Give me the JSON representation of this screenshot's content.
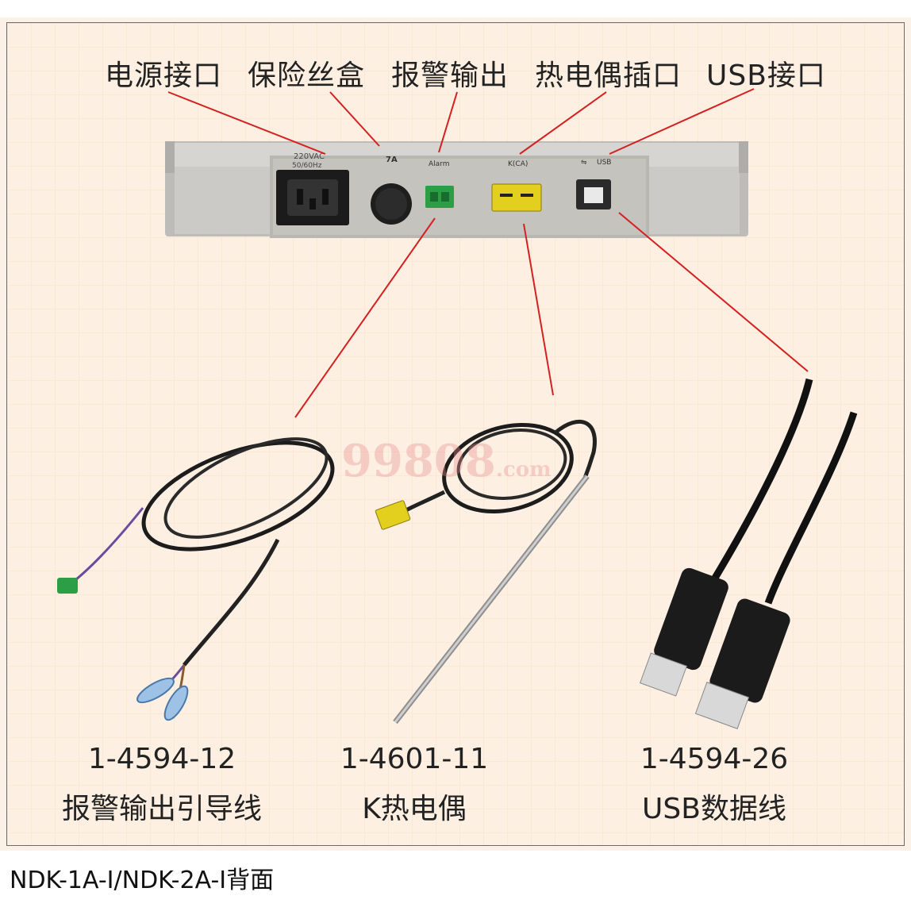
{
  "callouts": [
    "电源接口",
    "保险丝盒",
    "报警输出",
    "热电偶插口",
    "USB接口"
  ],
  "device_text": {
    "power_rating_line1": "220VAC",
    "power_rating_line2": "50/60Hz",
    "fuse_rating": "7A",
    "alarm": "Alarm",
    "thermocouple": "K(CA)",
    "usb": "USB"
  },
  "accessories": [
    {
      "code": "1-4594-12",
      "name": "报警输出引导线"
    },
    {
      "code": "1-4601-11",
      "name": "K热电偶"
    },
    {
      "code": "1-4594-26",
      "name": "USB数据线"
    }
  ],
  "watermark": {
    "main": "99808",
    "suffix": ".com"
  },
  "footer": "NDK-1A-I/NDK-2A-I背面",
  "colors": {
    "background": "#fdf0e2",
    "callout_line": "#d42020",
    "device_body": "#c9c8c4",
    "thermo_connector": "#e3cf1d",
    "alarm_terminal": "#2c9f46"
  }
}
